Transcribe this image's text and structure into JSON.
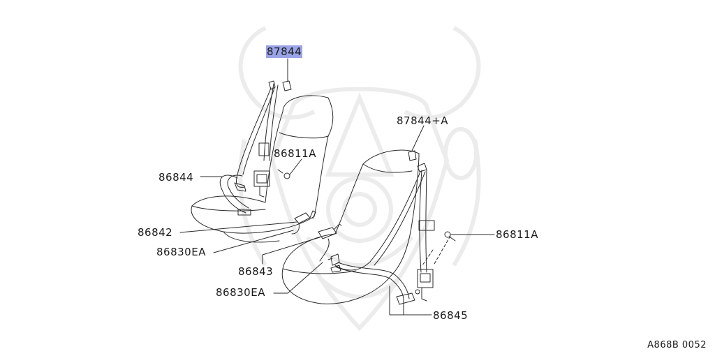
{
  "labels": {
    "part_87844": "87844",
    "part_86811A_left": "86811A",
    "part_86844": "86844",
    "part_86842": "86842",
    "part_86830EA_upper": "86830EA",
    "part_86843": "86843",
    "part_86830EA_lower": "86830EA",
    "part_87844A": "87844+A",
    "part_86811A_right": "86811A",
    "part_86845": "86845"
  },
  "reference_code": "A868B 0052",
  "colors": {
    "highlight": "#9aa3e6",
    "line": "#2a2a2a",
    "watermark": "#ececec"
  }
}
